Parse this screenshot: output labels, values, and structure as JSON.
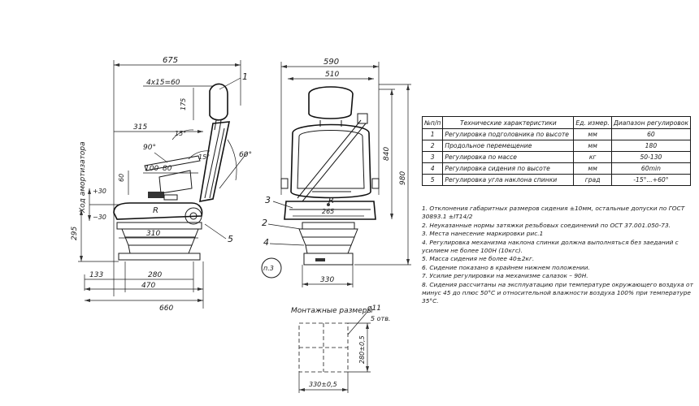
{
  "side_view": {
    "dims": {
      "overall_top": "675",
      "chamfer": "4x15=60",
      "headrest_height": "175",
      "depth_315": "315",
      "depth_310": "310",
      "width_280": "280",
      "width_470": "470",
      "width_660": "660",
      "width_133": "133",
      "height_295": "295",
      "height_60": "60",
      "travel_plus": "+30",
      "travel_minus": "−30",
      "angle_15a": "15°",
      "angle_15b": "15°",
      "angle_90": "90°",
      "angle_60": "60°",
      "pos_100": "100",
      "pos_80": "80",
      "radius": "R"
    },
    "side_label": "Ход амортизатора",
    "callouts": [
      "1",
      "5"
    ]
  },
  "front_view": {
    "dims": {
      "width_590": "590",
      "width_510": "510",
      "height_840": "840",
      "height_980": "980",
      "width_265": "265",
      "width_330": "330",
      "radius": "R"
    },
    "callouts": [
      "3",
      "2",
      "4"
    ],
    "ref_mark": "п.3"
  },
  "mount": {
    "title": "Монтажные размеры",
    "hole_dia": "ø11",
    "holes": "5 отв.",
    "vertical": "280±0,5",
    "horizontal": "330±0,5"
  },
  "spec_table": {
    "headers": [
      "№п/п",
      "Технические характеристики",
      "Ед. измер.",
      "Диапазон регулировок"
    ],
    "rows": [
      [
        "1",
        "Регулировка подголовника по высоте",
        "мм",
        "60"
      ],
      [
        "2",
        "Продольное перемещение",
        "мм",
        "180"
      ],
      [
        "3",
        "Регулировка по массе",
        "кг",
        "50-130"
      ],
      [
        "4",
        "Регулировка сидения по высоте",
        "мм",
        "60min"
      ],
      [
        "5",
        "Регулировка угла наклона спинки",
        "град",
        "-15°...+60°"
      ]
    ]
  },
  "notes": [
    "1. Отклонения габаритных размеров сидения ±10мм, остальные допуски по ГОСТ 30893.1 ±IT14/2",
    "2. Неуказанные нормы затяжки резьбовых соединений по ОСТ 37.001.050-73.",
    "3. Места нанесение маркировки рис.1",
    "4. Регулировка механизма наклона спинки должна выполняться без заеданий с усилием не более 100Н (10кгс).",
    "5. Масса сидения не более 40±2кг.",
    "6. Сидение показано в крайнем нижнем положении.",
    "7. Усилие регулировки на механизме салазок – 90Н.",
    "8. Сидения рассчитаны на эксплуатацию при температуре окружающего воздуха от минус 45 до плюс 50°C и относительной влажности воздуха 100% при температуре 35°C."
  ]
}
